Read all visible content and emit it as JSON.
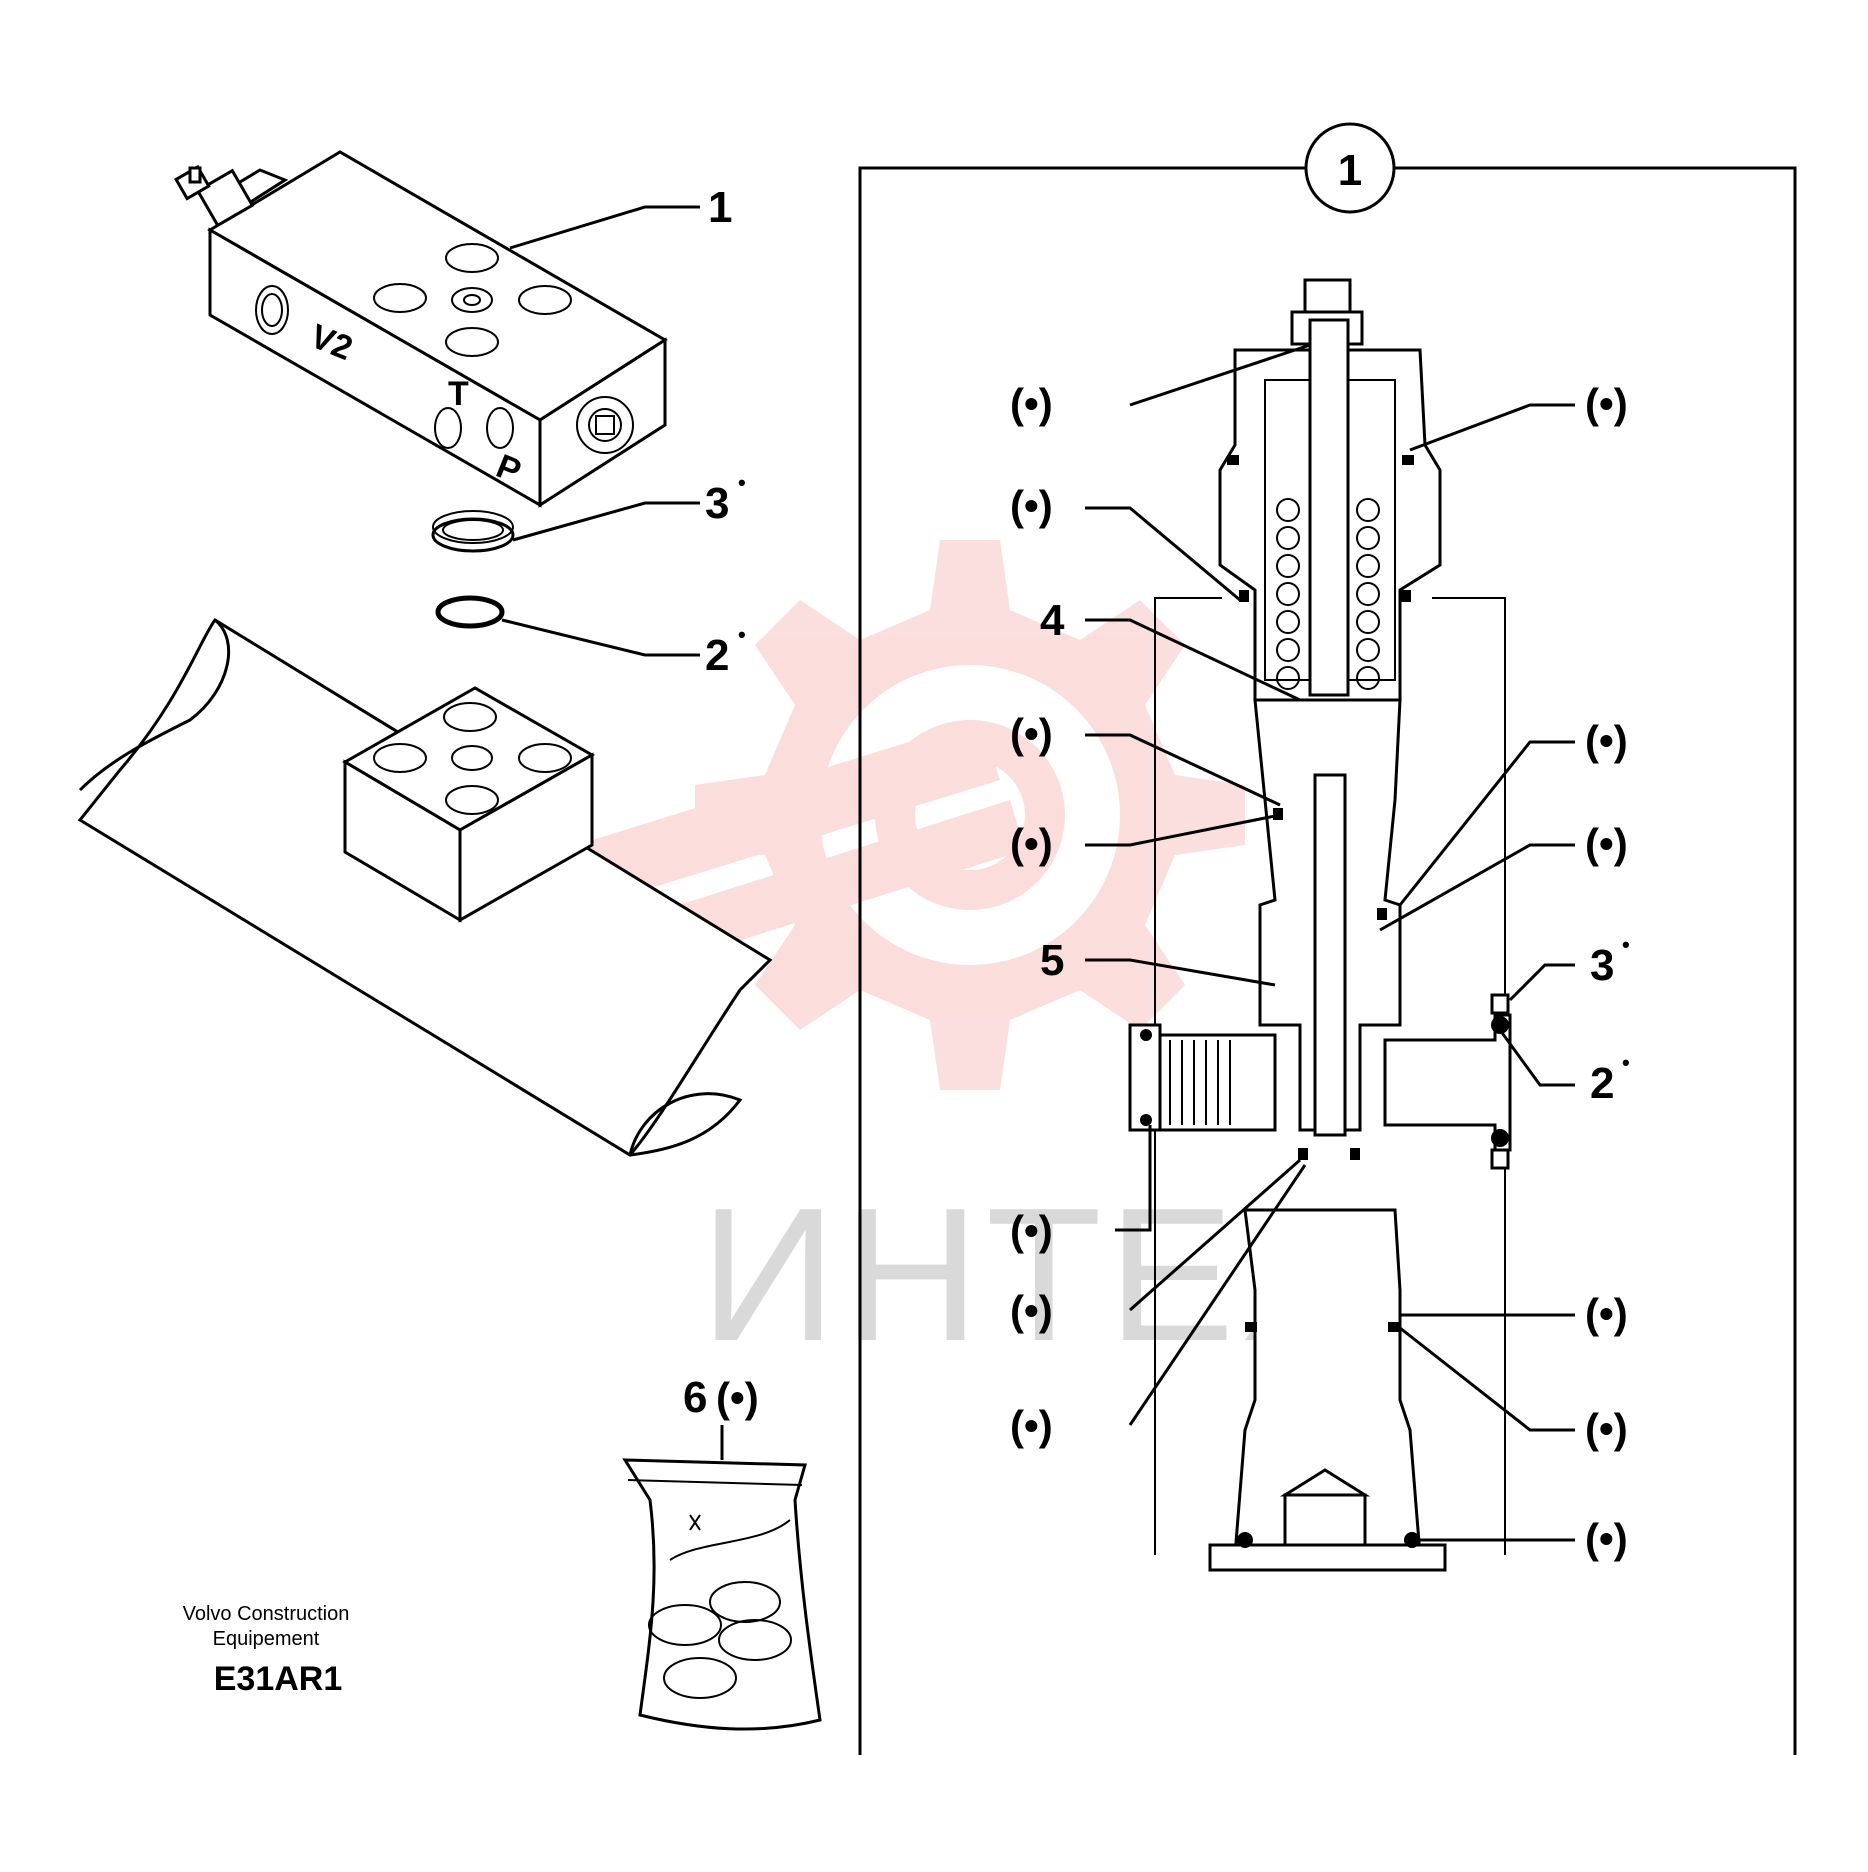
{
  "ports": {
    "v2": "V2",
    "t": "T",
    "p": "P"
  },
  "callouts": {
    "part_1": "1",
    "part_2": "2",
    "part_3": "3",
    "part_4": "4",
    "part_5": "5",
    "part_6": "6",
    "detail_badge": "1",
    "kit_symbol": "(•)",
    "superscript_dot": "•"
  },
  "credit": {
    "line1": "Volvo Construction",
    "line2": "Equipement"
  },
  "drawing_code": "E31AR1",
  "watermark": {
    "text": "ИНТЕХ",
    "color": "#e8302f"
  },
  "icons": {
    "watermark_logo": "gear-logo-icon",
    "seal_kit": "seal-kit-bag-icon"
  }
}
